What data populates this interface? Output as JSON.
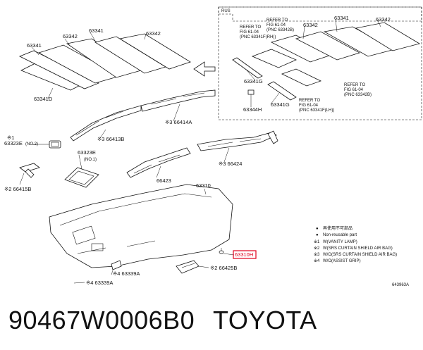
{
  "diagram": {
    "region_label": "RUS",
    "refs": [
      {
        "line1": "REFER TO",
        "line2": "FIG 61-04",
        "pnc": "(PNC 63341F(RH))"
      },
      {
        "line1": "REFER TO",
        "line2": "FIG 61-04",
        "pnc": "(PNC 63342B)"
      },
      {
        "line1": "REFER TO",
        "line2": "FIG 61-04",
        "pnc": "(PNC 63342B)"
      },
      {
        "line1": "REFER TO",
        "line2": "FIG 61-04",
        "pnc": "(PNC 63341F(LH))"
      }
    ],
    "labels": {
      "l_63341_a": "63341",
      "l_63342_a": "63342",
      "l_63341_b": "63341",
      "l_63342_b": "63342",
      "l_63341d": "63341D",
      "l_63342_c": "63342",
      "l_63341_c": "63341",
      "l_63342_d": "63342",
      "l_63341g": "63341G",
      "l_63341g_b": "63341G",
      "l_63344h": "63344H",
      "l_66413b": "※3 66413B",
      "l_66414a": "※3 66414A",
      "l_63323e_a": "※1",
      "l_63323e_a2": "63323E",
      "l_63323e_a3": "(NO.2)",
      "l_63323e_b": "63323E",
      "l_63323e_b2": "(NO.1)",
      "l_66415b": "※2 66415B",
      "l_66423": "66423",
      "l_66424": "※3 66424",
      "l_63310": "63310",
      "l_63310h": "63310H",
      "l_63339a_a": "※4 63339A",
      "l_63339a_b": "※4 63339A",
      "l_66425b": "※2 66425B",
      "l_diag_no": "643963A"
    },
    "legend": [
      {
        "symbol": "●",
        "text": "再使用不可部品"
      },
      {
        "symbol": "●",
        "text": "Non-reusable part"
      },
      {
        "symbol": "※1",
        "text": "W(VANITY LAMP)"
      },
      {
        "symbol": "※2",
        "text": "W(SRS CURTAIN SHIELD AIR BAG)"
      },
      {
        "symbol": "※3",
        "text": "W/O(SRS CURTAIN SHIELD AIR BAG)"
      },
      {
        "symbol": "※4",
        "text": "W/O(ASSIST GRIP)"
      }
    ]
  },
  "caption": {
    "part_number": "90467W0006B0",
    "brand": "TOYOTA"
  }
}
